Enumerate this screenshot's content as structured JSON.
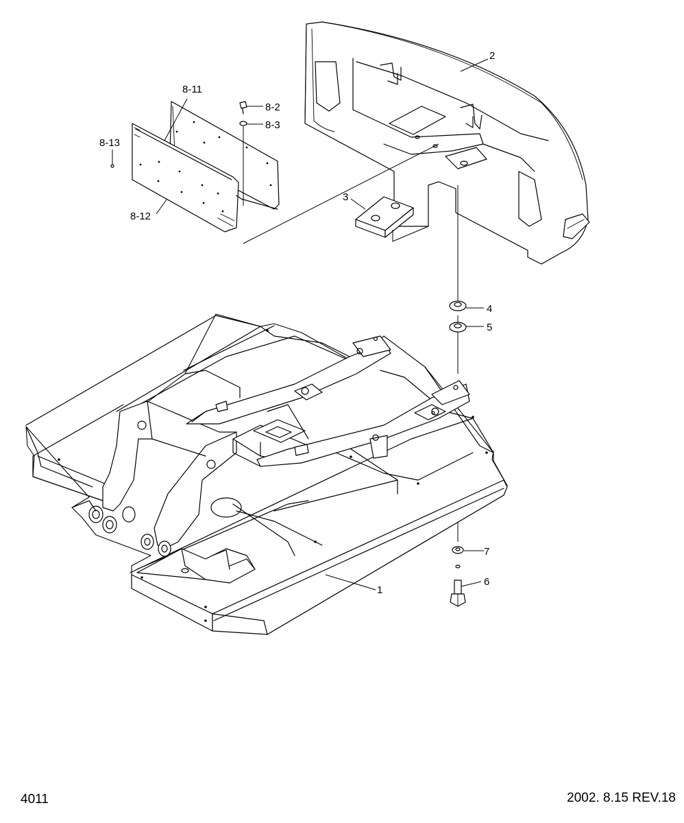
{
  "callouts": {
    "c1": "1",
    "c2": "2",
    "c3": "3",
    "c4": "4",
    "c5": "5",
    "c6": "6",
    "c7": "7",
    "c8_2": "8-2",
    "c8_3": "8-3",
    "c8_11": "8-11",
    "c8_12": "8-12",
    "c8_13": "8-13"
  },
  "footer": {
    "page_number": "4011",
    "revision": "2002. 8.15  REV.18"
  }
}
